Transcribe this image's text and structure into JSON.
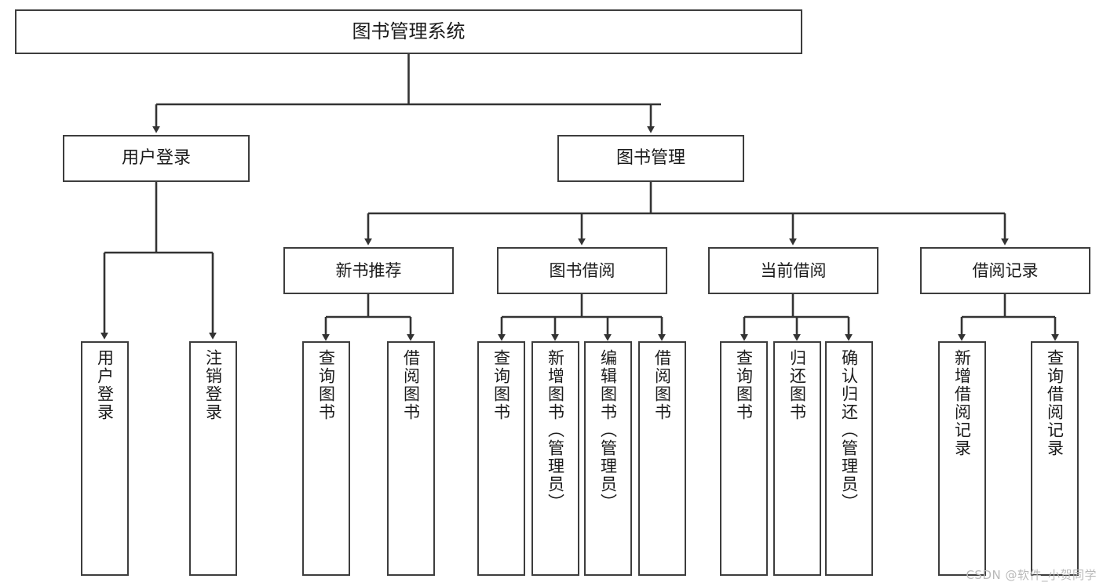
{
  "diagram": {
    "title": "图书管理系统",
    "type": "功能结构图",
    "style": {
      "background": "#ffffff",
      "box_border": "#3d3d3d",
      "text_color": "#1b1b1b",
      "connector": "#333333",
      "watermark_color": "#b9b9b9"
    },
    "nodes": {
      "root": {
        "label": "图书管理系统"
      },
      "level1": [
        {
          "id": "user-login",
          "label": "用户登录"
        },
        {
          "id": "book-manage",
          "label": "图书管理"
        }
      ],
      "level2": [
        {
          "id": "new-book-rec",
          "label": "新书推荐"
        },
        {
          "id": "book-borrow",
          "label": "图书借阅"
        },
        {
          "id": "current-borrow",
          "label": "当前借阅"
        },
        {
          "id": "borrow-record",
          "label": "借阅记录"
        }
      ],
      "leaves": {
        "user_login": [
          {
            "id": "leaf-user-login",
            "label": "用户登录"
          },
          {
            "id": "leaf-user-logout",
            "label": "注销登录"
          }
        ],
        "new_book_rec": [
          {
            "id": "leaf-query-book-1",
            "label": "查询图书"
          },
          {
            "id": "leaf-borrow-book-1",
            "label": "借阅图书"
          }
        ],
        "book_borrow": [
          {
            "id": "leaf-query-book-2",
            "label": "查询图书"
          },
          {
            "id": "leaf-add-book",
            "label": "新增图书（管理员）"
          },
          {
            "id": "leaf-edit-book",
            "label": "编辑图书（管理员）"
          },
          {
            "id": "leaf-borrow-book-2",
            "label": "借阅图书"
          }
        ],
        "current_borrow": [
          {
            "id": "leaf-query-book-3",
            "label": "查询图书"
          },
          {
            "id": "leaf-return-book",
            "label": "归还图书"
          },
          {
            "id": "leaf-confirm-return",
            "label": "确认归还（管理员）"
          }
        ],
        "borrow_record": [
          {
            "id": "leaf-add-record",
            "label": "新增借阅记录"
          },
          {
            "id": "leaf-query-record",
            "label": "查询借阅记录"
          }
        ]
      }
    },
    "watermark": "CSDN @软件_小贺同学"
  }
}
